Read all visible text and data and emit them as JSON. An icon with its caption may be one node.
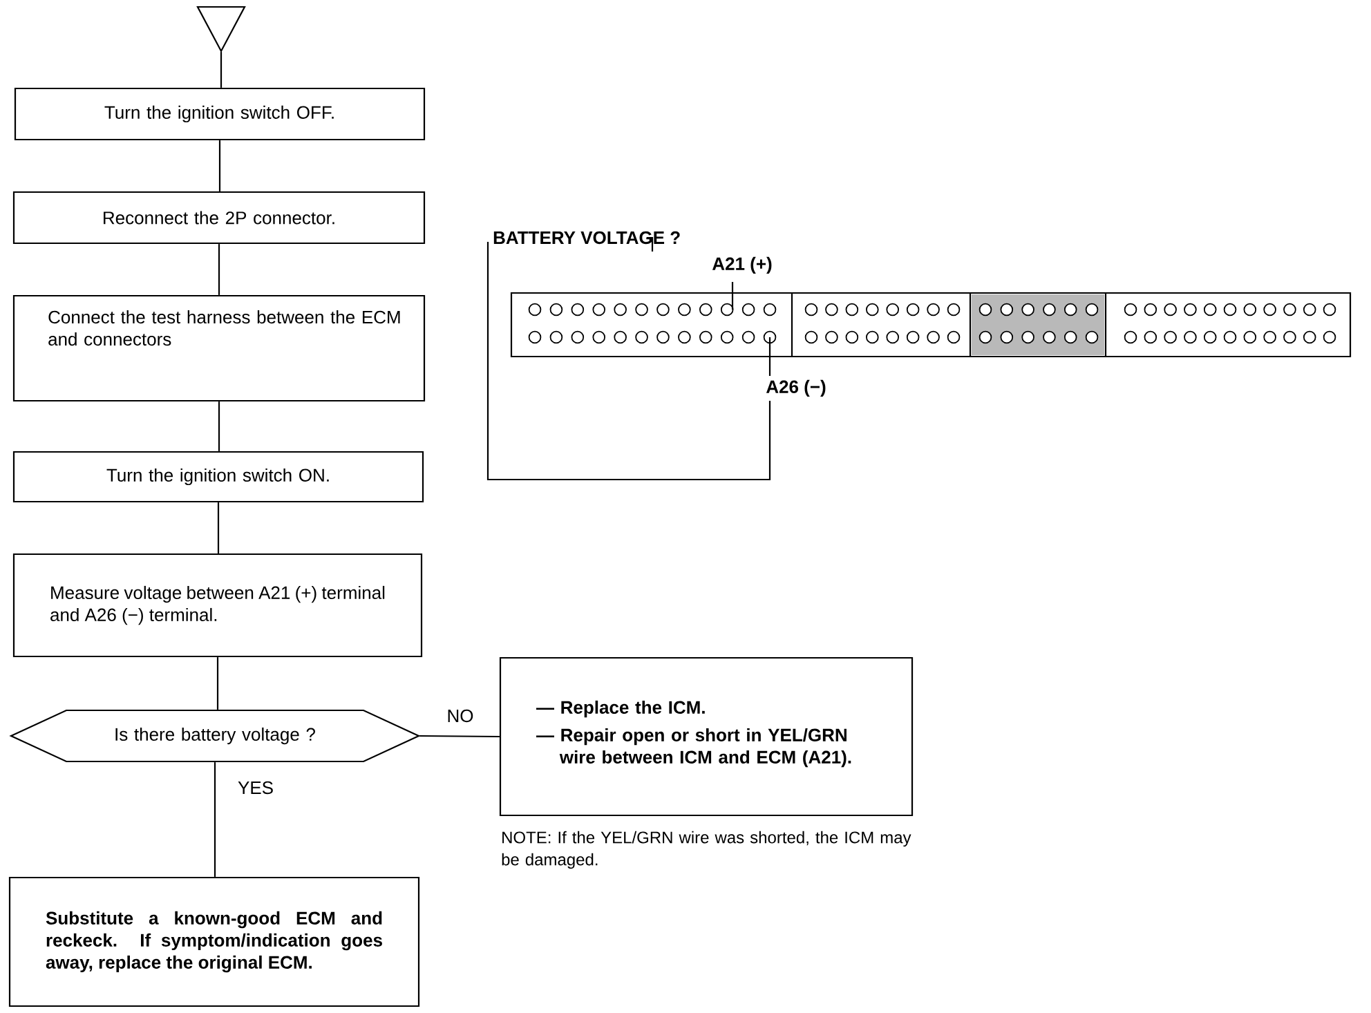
{
  "diagram": {
    "nodes": [
      {
        "text": [],
        "shape": "triangle"
      },
      {
        "text": [
          "Turn the ignition switch OFF."
        ]
      },
      {
        "text": [
          "Reconnect the 2P connector."
        ]
      },
      {
        "text": [
          "Connect the test harness between the ECM and connectors"
        ]
      },
      {
        "text": [
          "Turn the ignition switch ON."
        ]
      },
      {
        "text": [
          "Measure voltage between A21 (+) terminal and A26 (−) terminal."
        ]
      },
      {
        "text": [
          "Is there battery voltage ?"
        ]
      },
      {
        "text": [
          "— Replace the ICM.",
          "— Repair open or short in YEL/GRN wire between ICM and ECM (A21)."
        ]
      },
      {
        "text": [
          "Substitute a known-good ECM and reckeck. If symptom/indication goes away, replace the original ECM."
        ]
      }
    ],
    "edges": [
      {
        "from": 0,
        "to": 1,
        "arrow": "none"
      },
      {
        "from": 1,
        "to": 2,
        "arrow": "none"
      },
      {
        "from": 2,
        "to": 3,
        "arrow": "none"
      },
      {
        "from": 3,
        "to": 4,
        "arrow": "none"
      },
      {
        "from": 4,
        "to": 5,
        "arrow": "none"
      },
      {
        "from": 5,
        "to": 6,
        "arrow": "none"
      },
      {
        "from": 6,
        "to": 7,
        "arrow": "none",
        "label": "NO"
      },
      {
        "from": 6,
        "to": 8,
        "arrow": "none",
        "label": "YES"
      }
    ],
    "labels": [
      "BATTERY VOLTAGE ?",
      "A21 (+)",
      "A26 (−)",
      "NOTE: If the YEL/GRN wire was shorted, the ICM may be damaged."
    ]
  }
}
